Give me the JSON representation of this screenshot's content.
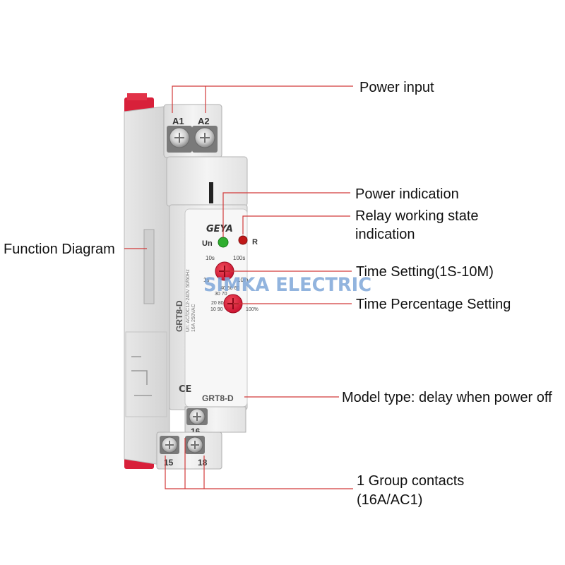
{
  "callouts": {
    "power_input": "Power input",
    "power_indication": "Power indication",
    "relay_state_line1": "Relay working state",
    "relay_state_line2": "indication",
    "function_diagram": "Function Diagram",
    "time_setting": "Time Setting(1S-10M)",
    "time_percentage": "Time Percentage Setting",
    "model_type": "Model type: delay when power off",
    "contacts_line1": "1 Group contacts",
    "contacts_line2": "(16A/AC1)"
  },
  "device": {
    "brand": "GEYA",
    "model_front": "GRT8-D",
    "model_side": "GRT8-D",
    "side_spec_1": "Un: AC/DC12-240V 50/60Hz",
    "side_spec_2": "16A 250VAC",
    "led_un": "Un",
    "led_r": "R",
    "dial_top_left": "10s",
    "dial_top_right": "100s",
    "dial_left": "1s",
    "dial_right": "10m",
    "dial_scale_1": "40  50 60",
    "dial_scale_2": "30        70",
    "dial_scale_3": "20          80",
    "dial_scale_4": "10          90",
    "dial_max": "100%",
    "terminal_a1": "A1",
    "terminal_a2": "A2",
    "terminal_16": "16",
    "terminal_15": "15",
    "terminal_18": "18"
  },
  "watermark": "SIMKA ELECTRIC",
  "colors": {
    "accent_red": "#d8203a",
    "leader_line": "#d23a3a",
    "led_green": "#2fae2f",
    "led_red": "#c01818",
    "watermark": "#7fa7d9"
  }
}
